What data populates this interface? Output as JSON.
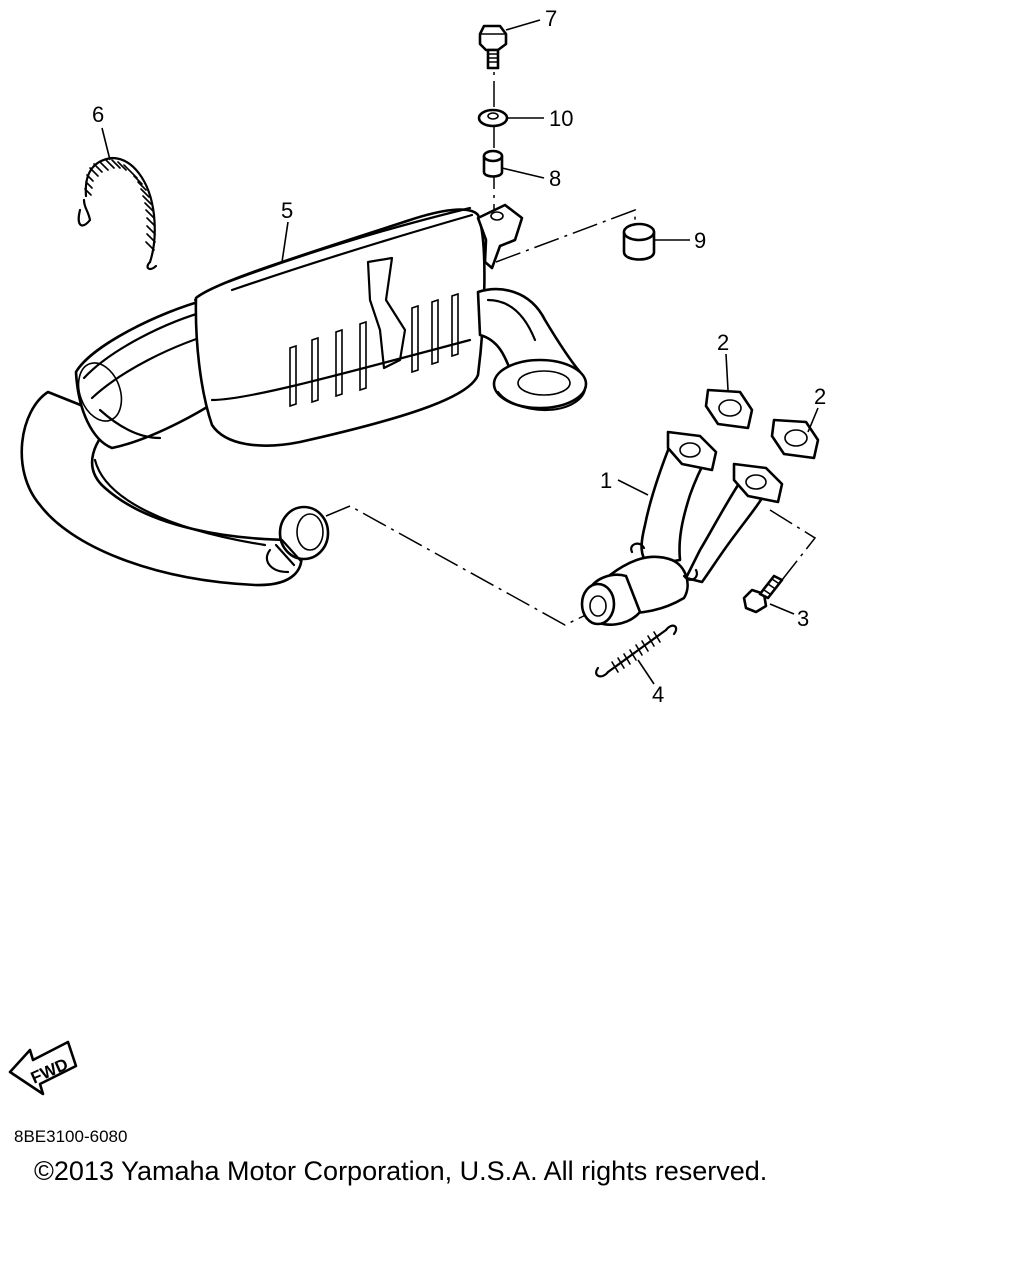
{
  "callouts": [
    {
      "label": "1",
      "part": "exhaust-pipe"
    },
    {
      "label": "2",
      "part": "gasket"
    },
    {
      "label": "2",
      "part": "gasket"
    },
    {
      "label": "3",
      "part": "bolt-flange"
    },
    {
      "label": "4",
      "part": "spring"
    },
    {
      "label": "5",
      "part": "muffler"
    },
    {
      "label": "6",
      "part": "spring-long"
    },
    {
      "label": "7",
      "part": "bolt"
    },
    {
      "label": "8",
      "part": "collar"
    },
    {
      "label": "9",
      "part": "damper"
    },
    {
      "label": "10",
      "part": "washer"
    }
  ],
  "fwd_label": "FWD",
  "diagram_code": "8BE3100-6080",
  "copyright": "©2013 Yamaha Motor Corporation, U.S.A. All rights reserved."
}
